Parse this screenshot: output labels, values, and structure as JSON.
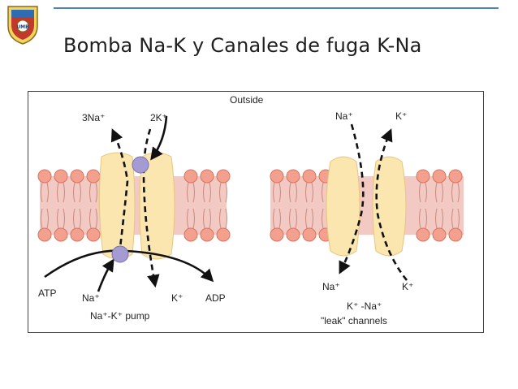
{
  "slide": {
    "title": "Bomba Na-K y Canales de fuga K-Na",
    "logo_text": "UMB",
    "accent_color": "#4f81bd"
  },
  "diagram": {
    "outside_label": "Outside",
    "pump": {
      "top_left": "3Na⁺",
      "top_right": "2K⁺",
      "atp": "ATP",
      "na_in": "Na⁺",
      "k_in": "K⁺",
      "adp": "ADP",
      "caption": "Na⁺-K⁺ pump"
    },
    "leak": {
      "top_left": "Na⁺",
      "top_right": "K⁺",
      "bottom_left": "Na⁺",
      "bottom_right": "K⁺",
      "caption_line1": "K⁺ -Na⁺",
      "caption_line2": "\"leak\" channels"
    },
    "colors": {
      "membrane_band": "#f2c9c3",
      "lipid_head": "#f3a08f",
      "lipid_head_stroke": "#d9735f",
      "protein": "#fbe6b0",
      "protein_stroke": "#e7c67e",
      "binding_site": "#a59bd3",
      "arrow": "#111111"
    }
  }
}
